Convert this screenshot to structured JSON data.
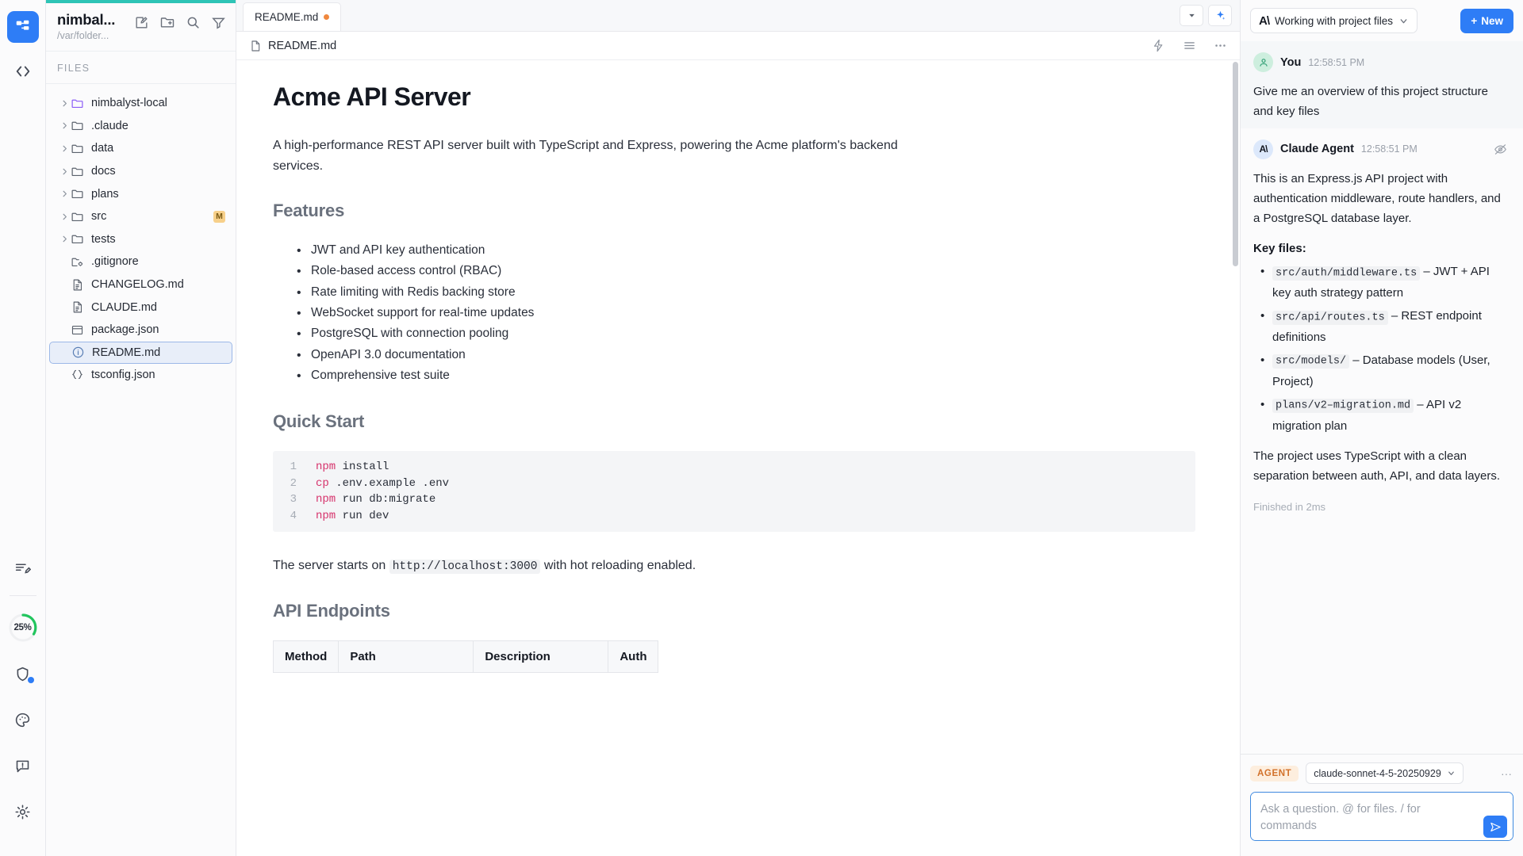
{
  "rail": {
    "logo_icon": "nimbalyst-logo-icon",
    "items": [
      {
        "icon": "code-brackets-icon",
        "name": "code-view"
      },
      {
        "icon": "notes-edit-icon",
        "name": "notes"
      },
      {
        "icon": "progress-ring-icon",
        "name": "context-usage",
        "label": "25%"
      },
      {
        "icon": "shield-icon",
        "name": "security"
      },
      {
        "icon": "palette-icon",
        "name": "theme"
      },
      {
        "icon": "alert-message-icon",
        "name": "notifications"
      },
      {
        "icon": "gear-icon",
        "name": "settings"
      }
    ]
  },
  "sidebar": {
    "project_name": "nimbal...",
    "project_path": "/var/folder...",
    "actions": [
      {
        "icon": "new-file-icon",
        "name": "new-file-button"
      },
      {
        "icon": "new-folder-icon",
        "name": "new-folder-button"
      },
      {
        "icon": "search-icon",
        "name": "search-files-button"
      },
      {
        "icon": "filter-icon",
        "name": "filter-files-button"
      }
    ],
    "files_label": "FILES",
    "tree": [
      {
        "label": "nimbalyst-local",
        "type": "folder",
        "expandable": true,
        "accent": "#8b5cf6",
        "badge": ""
      },
      {
        "label": ".claude",
        "type": "folder",
        "expandable": true,
        "accent": "",
        "badge": ""
      },
      {
        "label": "data",
        "type": "folder",
        "expandable": true,
        "accent": "",
        "badge": ""
      },
      {
        "label": "docs",
        "type": "folder",
        "expandable": true,
        "accent": "",
        "badge": ""
      },
      {
        "label": "plans",
        "type": "folder",
        "expandable": true,
        "accent": "",
        "badge": ""
      },
      {
        "label": "src",
        "type": "folder",
        "expandable": true,
        "accent": "",
        "badge": "M"
      },
      {
        "label": "tests",
        "type": "folder",
        "expandable": true,
        "accent": "",
        "badge": ""
      },
      {
        "label": ".gitignore",
        "type": "config",
        "expandable": false,
        "accent": "",
        "badge": ""
      },
      {
        "label": "CHANGELOG.md",
        "type": "markdown",
        "expandable": false,
        "accent": "",
        "badge": ""
      },
      {
        "label": "CLAUDE.md",
        "type": "markdown",
        "expandable": false,
        "accent": "",
        "badge": ""
      },
      {
        "label": "package.json",
        "type": "package",
        "expandable": false,
        "accent": "",
        "badge": ""
      },
      {
        "label": "README.md",
        "type": "readme",
        "expandable": false,
        "accent": "",
        "badge": "",
        "selected": true
      },
      {
        "label": "tsconfig.json",
        "type": "json",
        "expandable": false,
        "accent": "",
        "badge": ""
      }
    ]
  },
  "editor": {
    "tab": {
      "label": "README.md",
      "dirty": true
    },
    "tab_actions": [
      {
        "icon": "chevron-down-icon",
        "name": "tab-overflow-button"
      },
      {
        "icon": "sparkle-icon",
        "name": "ai-assist-button"
      }
    ],
    "doc_name": "README.md",
    "doc_actions": [
      {
        "icon": "lightning-icon",
        "name": "quick-actions-button"
      },
      {
        "icon": "outline-icon",
        "name": "document-outline-button"
      },
      {
        "icon": "more-horizontal-icon",
        "name": "more-options-button"
      }
    ],
    "document": {
      "title": "Acme API Server",
      "intro": "A high-performance REST API server built with TypeScript and Express, powering the Acme platform's backend services.",
      "features_heading": "Features",
      "features": [
        "JWT and API key authentication",
        "Role-based access control (RBAC)",
        "Rate limiting with Redis backing store",
        "WebSocket support for real-time updates",
        "PostgreSQL with connection pooling",
        "OpenAPI 3.0 documentation",
        "Comprehensive test suite"
      ],
      "quickstart_heading": "Quick Start",
      "code_lines": [
        {
          "n": "1",
          "kw": "npm",
          "rest": " install"
        },
        {
          "n": "2",
          "kw": "cp",
          "rest": " .env.example .env"
        },
        {
          "n": "3",
          "kw": "npm",
          "rest": " run db:migrate"
        },
        {
          "n": "4",
          "kw": "npm",
          "rest": " run dev"
        }
      ],
      "server_note_before": "The server starts on ",
      "server_note_code": "http://localhost:3000",
      "server_note_after": " with hot reloading enabled.",
      "endpoints_heading": "API Endpoints",
      "table_headers": [
        "Method",
        "Path",
        "Description",
        "Auth"
      ]
    }
  },
  "chat": {
    "context_pill": "Working with project files",
    "new_button": "New",
    "messages": [
      {
        "role": "user",
        "who": "You",
        "time": "12:58:51 PM",
        "text": "Give me an overview of this project structure and key files"
      },
      {
        "role": "assistant",
        "who": "Claude Agent",
        "time": "12:58:51 PM",
        "intro": "This is an Express.js API project with authentication middleware, route handlers, and a PostgreSQL database layer.",
        "key_files_heading": "Key files:",
        "key_files": [
          {
            "code": "src/auth/middleware.ts",
            "desc": " – JWT + API key auth strategy pattern"
          },
          {
            "code": "src/api/routes.ts",
            "desc": " – REST endpoint definitions"
          },
          {
            "code": "src/models/",
            "desc": " – Database models (User, Project)"
          },
          {
            "code": "plans/v2–migration.md",
            "desc": " – API v2 migration plan"
          }
        ],
        "outro": "The project uses TypeScript with a clean separation between auth, API, and data layers.",
        "finished": "Finished in 2ms"
      }
    ],
    "composer": {
      "agent_badge": "AGENT",
      "model": "claude-sonnet-4-5-20250929",
      "overflow": "···",
      "placeholder": "Ask a question. @ for files. / for commands",
      "value": ""
    }
  }
}
